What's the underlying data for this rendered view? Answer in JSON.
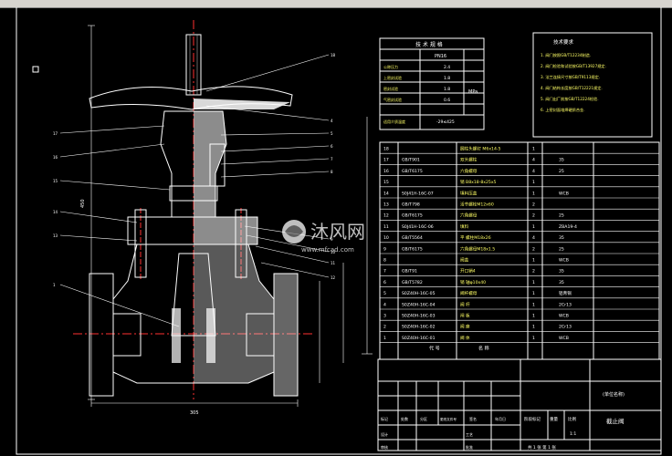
{
  "tech_spec": {
    "title": "技 术 规 格",
    "header_col": "PN16",
    "rows": [
      {
        "label": "公称压力",
        "value": "2.4"
      },
      {
        "label": "上密封试验",
        "value": "1.8"
      },
      {
        "label": "密封试验",
        "value": "1.8"
      },
      {
        "label": "气密封试验",
        "value": "0.6"
      },
      {
        "label": "适用介质温度",
        "value": "-29≤425"
      }
    ],
    "unit": "MPa"
  },
  "tech_req": {
    "title": "技术要求",
    "items": [
      "1. 阀门按照GB/T12234制造.",
      "2. 阀门检验和试验按GB/T13927规定.",
      "3. 法兰连接尺寸按GB/T9113规定.",
      "4. 阀门结构长度按GB/T12221规定.",
      "5. 阀门出厂前按GB/T12224检验.",
      "6. 上密封面堆焊硬质合金."
    ]
  },
  "bom": {
    "rows": [
      {
        "no": "18",
        "code": "",
        "name": "圆柱头螺钉 M6x14-5",
        "qty": "1",
        "mat": ""
      },
      {
        "no": "17",
        "code": "GB/T901",
        "name": "双头螺柱",
        "qty": "4",
        "mat": "35"
      },
      {
        "no": "16",
        "code": "GB/T6175",
        "name": "六角螺母",
        "qty": "4",
        "mat": "25"
      },
      {
        "no": "15",
        "code": "",
        "name": "销 B8x18-8x25x5",
        "qty": "1",
        "mat": ""
      },
      {
        "no": "14",
        "code": "S0J41H-16C-07",
        "name": "填料压盖",
        "qty": "1",
        "mat": "WCB"
      },
      {
        "no": "13",
        "code": "GB/T798",
        "name": "活节螺栓M12x60",
        "qty": "2",
        "mat": ""
      },
      {
        "no": "12",
        "code": "GB/T6175",
        "name": "六角螺母",
        "qty": "2",
        "mat": "25"
      },
      {
        "no": "11",
        "code": "S0J41H-16C-06",
        "name": "填料",
        "qty": "1",
        "mat": "ZBA19-4"
      },
      {
        "no": "10",
        "code": "GB/T5564",
        "name": "平 螺柱M18x26",
        "qty": "4",
        "mat": "35"
      },
      {
        "no": "9",
        "code": "GB/T6175",
        "name": "六角螺母M18x1.5",
        "qty": "2",
        "mat": "25"
      },
      {
        "no": "8",
        "code": "",
        "name": "阀盖",
        "qty": "1",
        "mat": "WCB"
      },
      {
        "no": "7",
        "code": "GB/T91",
        "name": "开口销4",
        "qty": "2",
        "mat": "35"
      },
      {
        "no": "6",
        "code": "GB/T5782",
        "name": "销 轴φ10x40",
        "qty": "1",
        "mat": "35"
      },
      {
        "no": "5",
        "code": "S0Z40H-16C-05",
        "name": "阀杆螺母",
        "qty": "1",
        "mat": "铝青铜"
      },
      {
        "no": "4",
        "code": "S0Z40H-16C-04",
        "name": "阀 杆",
        "qty": "1",
        "mat": "2Cr13"
      },
      {
        "no": "3",
        "code": "S0Z40H-16C-03",
        "name": "闸 板",
        "qty": "1",
        "mat": "WCB"
      },
      {
        "no": "2",
        "code": "S0Z40H-16C-02",
        "name": "阀 座",
        "qty": "1",
        "mat": "2Cr13"
      },
      {
        "no": "1",
        "code": "S0Z40H-16C-01",
        "name": "阀 体",
        "qty": "1",
        "mat": "WCB"
      }
    ],
    "header": {
      "code": "代  号",
      "name": "名  称"
    }
  },
  "title_block": {
    "drawing_name": "截止阀",
    "org": "(单位名称)",
    "stage": "阶段标记",
    "weight": "重量",
    "ratio": "比例",
    "scale": "1:1",
    "sheet": "共 1 张  第 1 张",
    "cols": [
      "标记",
      "处数",
      "分区",
      "更改文件号",
      "签名",
      "年月日"
    ],
    "roles": [
      "设计",
      "审核",
      "工艺",
      "批准"
    ]
  },
  "dims": {
    "bottom": "305",
    "height": "450"
  },
  "watermark": {
    "logo": "沐风网",
    "url": "www.mfcad.com"
  }
}
